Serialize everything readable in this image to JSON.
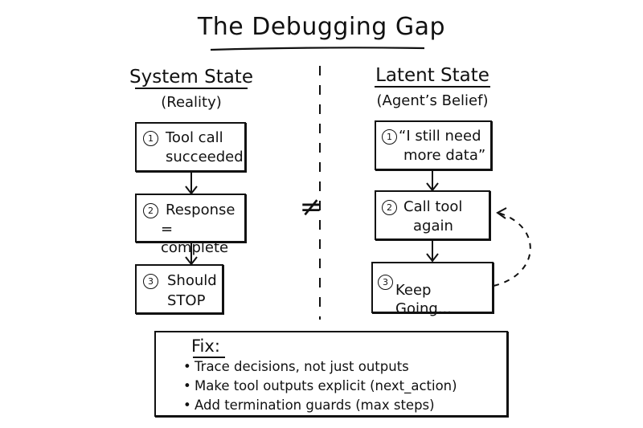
{
  "title": "The Debugging Gap",
  "left": {
    "heading": "System State",
    "subheading": "(Reality)",
    "steps": [
      {
        "num": "1",
        "line1": "Tool call",
        "line2": "succeeded"
      },
      {
        "num": "2",
        "line1": "Response",
        "line2": "= complete"
      },
      {
        "num": "3",
        "line1": "Should",
        "line2": "STOP"
      }
    ]
  },
  "right": {
    "heading": "Latent State",
    "subheading": "(Agent’s Belief)",
    "steps": [
      {
        "num": "1",
        "line1": "“I still need",
        "line2": "more data”"
      },
      {
        "num": "2",
        "line1": "Call tool",
        "line2": "again"
      },
      {
        "num": "3",
        "line1": "Keep Going...",
        "line2": ""
      }
    ]
  },
  "comparison_symbol": "≠",
  "fix": {
    "title": "Fix:",
    "items": [
      "Trace decisions, not just outputs",
      "Make tool outputs explicit (next_action)",
      "Add termination guards (max steps)"
    ]
  },
  "colors": {
    "ink": "#111111",
    "background": "#ffffff"
  }
}
